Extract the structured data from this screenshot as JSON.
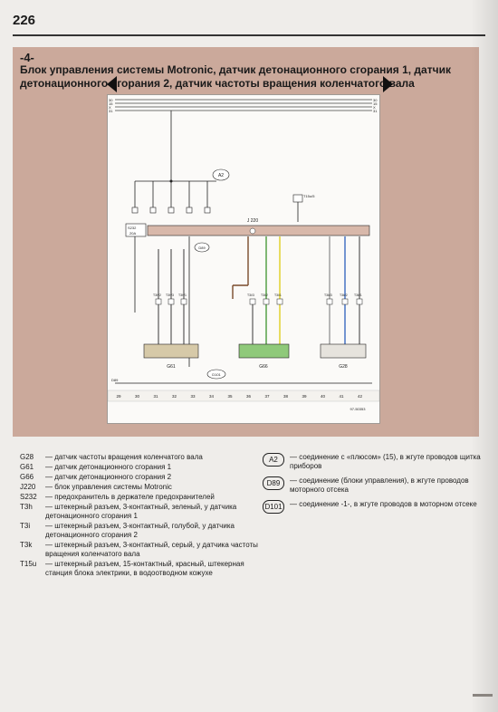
{
  "page_number": "226",
  "section": {
    "number": "-4-",
    "title": "Блок управления системы Motronic,  датчик детонационного сгорания 1, датчик детонационного сгорания 2, датчик частоты вращения коленчатого вала"
  },
  "diagram": {
    "rail_labels": [
      "30",
      "15",
      "X",
      "31"
    ],
    "fuse_bus_label": "S232",
    "fuse_bus_value": "20A",
    "ecu_label": "J 220",
    "ground_labels": [
      "A2",
      "D89",
      "D101"
    ],
    "sensor_labels": [
      "G61",
      "G66",
      "G28"
    ],
    "plug_labels": [
      "T3h/2",
      "T3h/3",
      "T3h/1",
      "T3i/3",
      "T3i/2",
      "T3i/1",
      "T3k/3",
      "T3k/2",
      "T3k/1"
    ],
    "t15_label": "T15u/5",
    "bottom_numbers": [
      "29",
      "30",
      "31",
      "32",
      "33",
      "34",
      "35",
      "36",
      "37",
      "38",
      "39",
      "40",
      "41",
      "42"
    ],
    "code": "97-50353",
    "d89_line_label": "D89"
  },
  "legend": [
    {
      "code": "G28",
      "desc": "— датчик частоты вращения коленчатого вала"
    },
    {
      "code": "G61",
      "desc": "— датчик детонационного сгорания 1"
    },
    {
      "code": "G66",
      "desc": "— датчик детонационного сгорания 2"
    },
    {
      "code": "J220",
      "desc": "— блок управления системы Motronic"
    },
    {
      "code": "S232",
      "desc": "— предохранитель в держателе предохранителей"
    },
    {
      "code": "T3h",
      "desc": "— штекерный разъем, 3-контактный, зеленый, у датчика детонационного сгорания 1"
    },
    {
      "code": "T3i",
      "desc": "— штекерный разъем, 3-контактный, голубой, у датчика детонационного сгорания 2"
    },
    {
      "code": "T3k",
      "desc": "— штекерный разъем, 3-контактный, серый, у датчика частоты вращения коленчатого вала"
    },
    {
      "code": "T15u",
      "desc": "— штекерный разъем, 15-контактный, красный, штекерная станция блока электрики, в водоотводном кожухе"
    }
  ],
  "connections": [
    {
      "badge": "A2",
      "desc": "— соединение с «плюсом» (15), в жгуте проводов щитка приборов"
    },
    {
      "badge": "D89",
      "desc": "— соединение (блоки управления), в жгуте проводов моторного отсека"
    },
    {
      "badge": "D101",
      "desc": "— соединение -1-, в жгуте проводов в моторном отсеке"
    }
  ],
  "colors": {
    "section_bg": "#cba99b",
    "wire_brown": "#7a4a2a",
    "wire_green": "#4a9a3a",
    "wire_yellow": "#e0d020",
    "wire_blue": "#3a6ac0",
    "wire_gray": "#9a9a9a",
    "sensor_green": "#8fc97a",
    "sensor_tan": "#d6c9a8",
    "ecu_bar": "#d8b8aa"
  }
}
